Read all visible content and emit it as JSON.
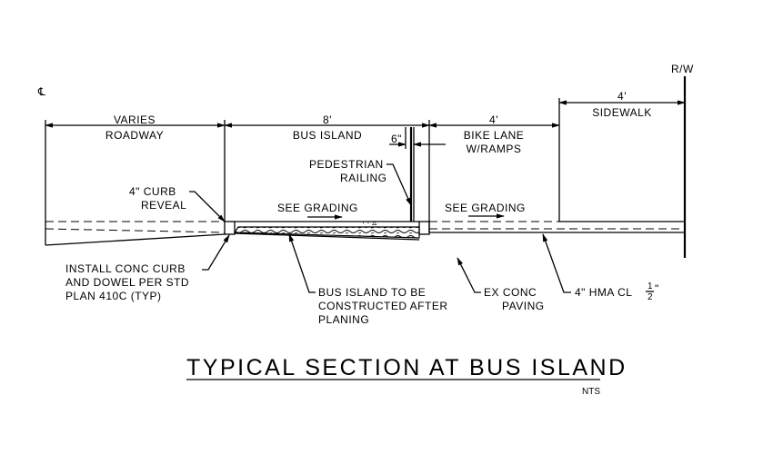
{
  "centerline_symbol": "℄",
  "row_label": "R/W",
  "dimensions": {
    "roadway_top": "VARIES",
    "roadway_bottom": "ROADWAY",
    "bus_island_top": "8'",
    "bus_island_bottom": "BUS ISLAND",
    "six_inch": "6\"",
    "bike_lane_top": "4'",
    "bike_lane_mid": "BIKE LANE",
    "bike_lane_bottom": "W/RAMPS",
    "sidewalk_top": "4'",
    "sidewalk_bottom": "SIDEWALK"
  },
  "notes": {
    "curb_reveal_1": "4\" CURB",
    "curb_reveal_2": "REVEAL",
    "railing_1": "PEDESTRIAN",
    "railing_2": "RAILING",
    "see_grading_left": "SEE GRADING",
    "see_grading_right": "SEE GRADING",
    "install_1": "INSTALL CONC CURB",
    "install_2": "AND DOWEL PER STD",
    "install_3": "PLAN 410C (TYP)",
    "island_1": "BUS ISLAND TO BE",
    "island_2": "CONSTRUCTED AFTER",
    "island_3": "PLANING",
    "ex_conc_1": "EX CONC",
    "ex_conc_2": "PAVING",
    "hma_main": "4\" HMA CL",
    "hma_num": "1",
    "hma_den": "2",
    "hma_quote": "\""
  },
  "title": "TYPICAL SECTION AT BUS ISLAND",
  "scale_note": "NTS"
}
